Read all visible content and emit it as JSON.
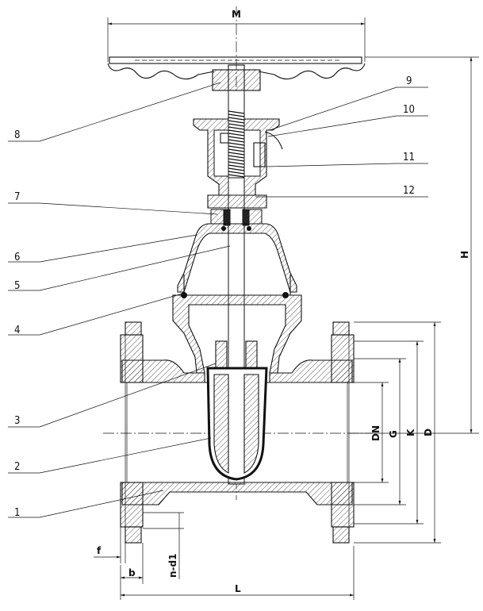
{
  "callouts": [
    "1",
    "2",
    "3",
    "4",
    "5",
    "6",
    "7",
    "8",
    "9",
    "10",
    "11",
    "12"
  ],
  "dimensions": {
    "M": "M",
    "H": "H",
    "DN": "DN",
    "G": "G",
    "K": "K",
    "D": "D",
    "f": "f",
    "b": "b",
    "nd1": "n-d1",
    "L": "L"
  }
}
